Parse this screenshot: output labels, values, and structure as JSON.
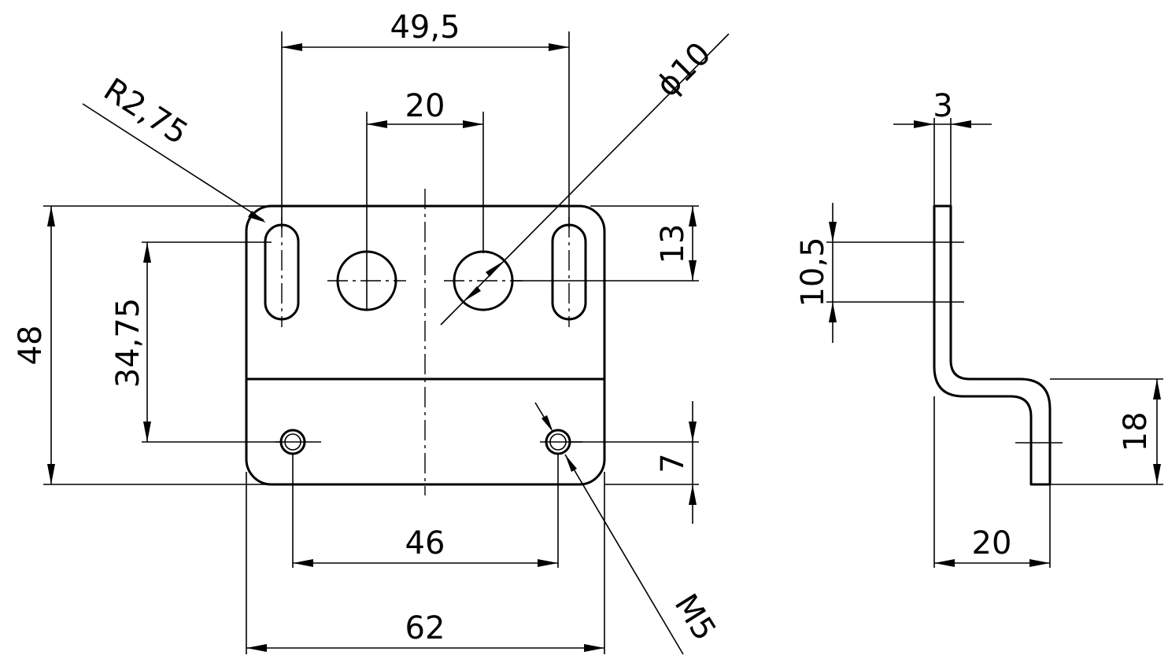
{
  "dimensions": {
    "top_width": "49,5",
    "hole_spacing": "20",
    "hole_diameter": "ϕ10",
    "corner_radius": "R2,75",
    "slot_to_fold": "13",
    "overall_height": "48",
    "slot_to_thread": "34,75",
    "thread_spacing": "46",
    "overall_width": "62",
    "thread_from_bottom": "7",
    "thread_size": "M5",
    "thickness": "3",
    "slot_length": "10,5",
    "offset_height": "18",
    "offset_depth": "20"
  },
  "colors": {
    "line": "#000000",
    "background": "#ffffff"
  }
}
